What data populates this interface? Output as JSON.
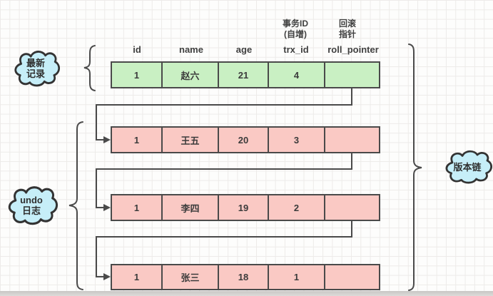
{
  "diagram": {
    "title_semantic": "MySQL MVCC undo log version chain",
    "clouds": {
      "latest": {
        "line1": "最新",
        "line2": "记录"
      },
      "undo": {
        "line1": "undo",
        "line2": "日志"
      },
      "version": {
        "label": "版本链"
      }
    },
    "column_notes": {
      "trx_line1": "事务ID",
      "trx_line2": "(自增)",
      "roll_line1": "回滚",
      "roll_line2": "指针"
    },
    "columns": {
      "id": "id",
      "name": "name",
      "age": "age",
      "trx": "trx_id",
      "roll": "roll_pointer"
    },
    "rows": [
      {
        "id": "1",
        "name": "赵六",
        "age": "21",
        "trx": "4",
        "roll": ""
      },
      {
        "id": "1",
        "name": "王五",
        "age": "20",
        "trx": "3",
        "roll": ""
      },
      {
        "id": "1",
        "name": "李四",
        "age": "19",
        "trx": "2",
        "roll": ""
      },
      {
        "id": "1",
        "name": "张三",
        "age": "18",
        "trx": "1",
        "roll": ""
      }
    ],
    "colors": {
      "latest_row_fill": "#c9f0c3",
      "undo_row_fill": "#fac9c4",
      "cloud_fill": "#c6eef8",
      "line_stroke": "#4a4a4a",
      "grid_line": "#edebe9"
    }
  }
}
